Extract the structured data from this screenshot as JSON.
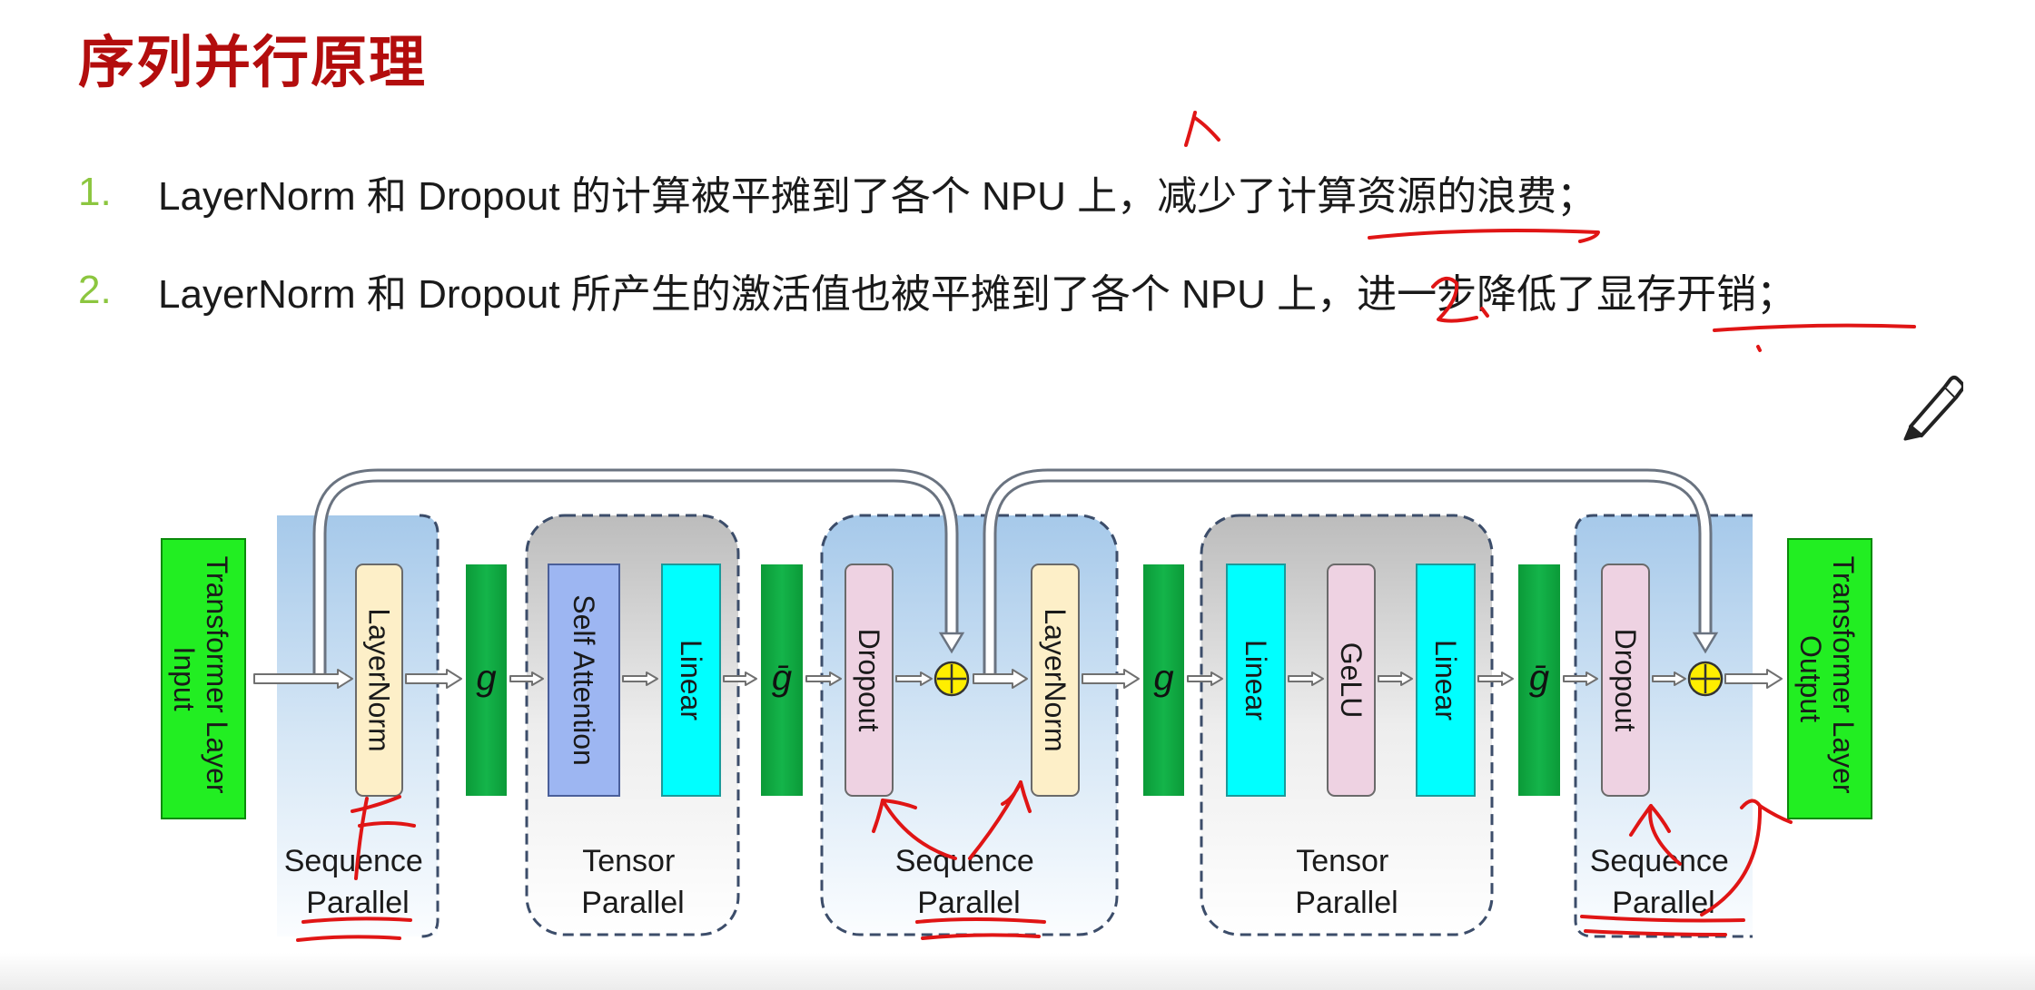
{
  "title": "序列并行原理",
  "bullets": [
    {
      "num": "1.",
      "text": "LayerNorm 和 Dropout 的计算被平摊到了各个 NPU 上，减少了计算资源的浪费；"
    },
    {
      "num": "2.",
      "text": "LayerNorm 和 Dropout 所产生的激活值也被平摊到了各个 NPU 上，进一步降低了显存开销；"
    }
  ],
  "diagram": {
    "input": [
      "Transformer Layer",
      "Input"
    ],
    "output": [
      "Transformer Layer",
      "Output"
    ],
    "layernorm": "LayerNorm",
    "dropout": "Dropout",
    "self_attention": "Self Attention",
    "linear": "Linear",
    "gelu": "GeLU",
    "g": "g",
    "g_bar": "ḡ",
    "sequence_label": [
      "Sequence",
      "Parallel"
    ],
    "tensor_label": [
      "Tensor",
      "Parallel"
    ]
  },
  "colors": {
    "title": "#b30d0d",
    "bullet_number": "#8cc63f",
    "io_green": "#22ee22",
    "g_green": "#0ea640",
    "layernorm": "#fdefc8",
    "dropout_gelu": "#eed2e2",
    "self_attention": "#9db6f2",
    "linear": "#00ffff",
    "add_circle": "#ffee00",
    "annotation_ink": "#e01515"
  }
}
